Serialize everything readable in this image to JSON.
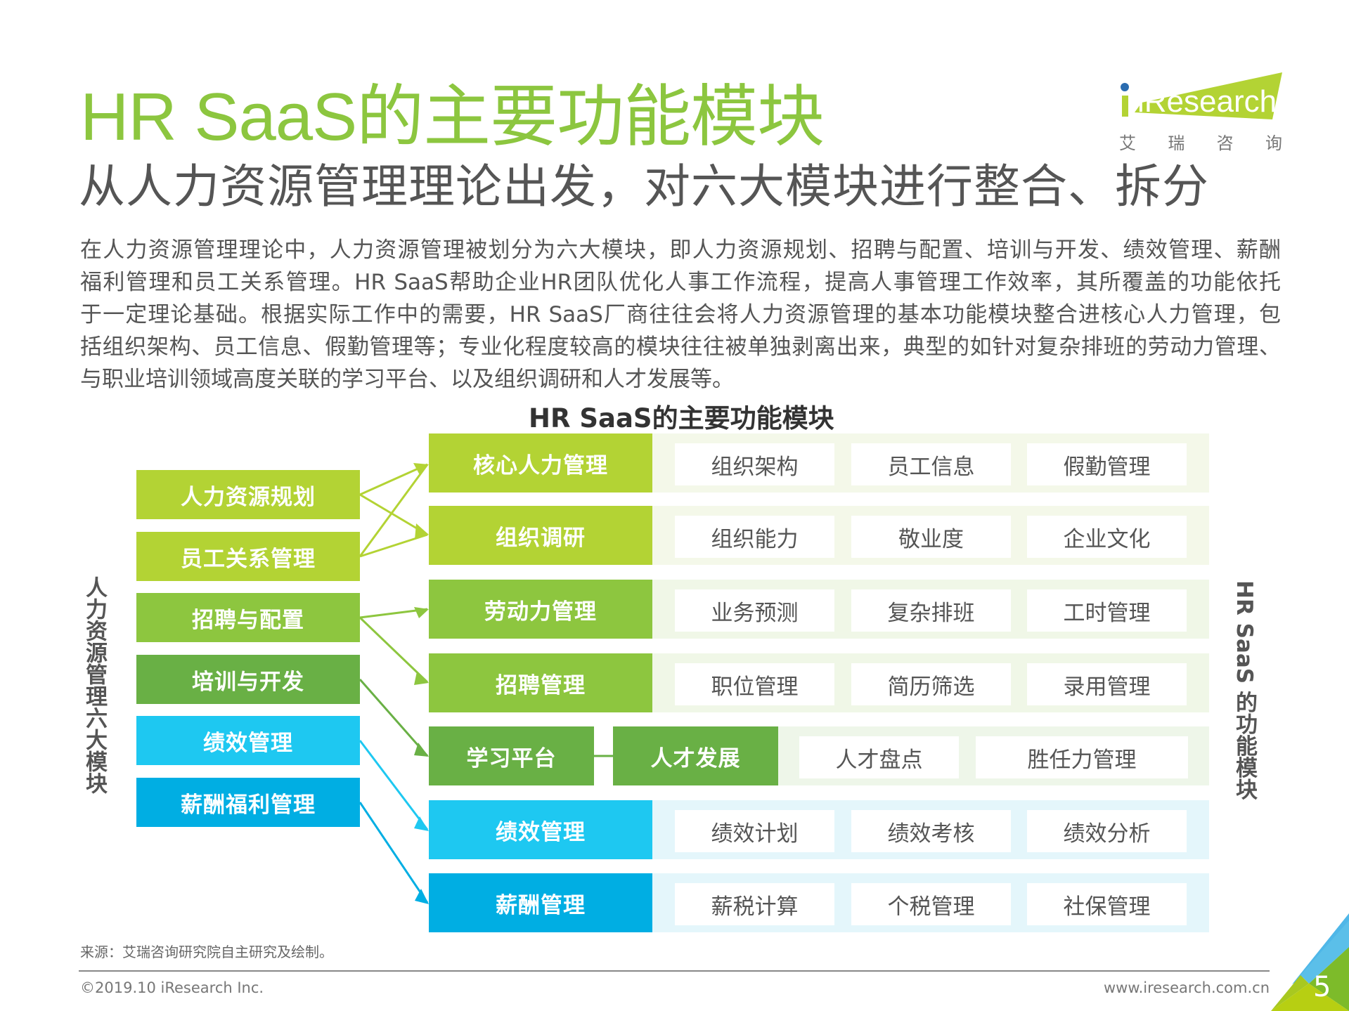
{
  "header": {
    "title": "HR SaaS的主要功能模块",
    "subtitle": "从人力资源管理理论出发，对六大模块进行整合、拆分",
    "logo": {
      "brand": "iResearch",
      "cn": [
        "艾",
        "瑞",
        "咨",
        "询"
      ]
    }
  },
  "intro": {
    "lines": [
      "在人力资源管理理论中，人力资源管理被划分为六大模块，即人力资源规划、招聘与配置、培训与开发、绩效管理、薪酬",
      "福利管理和员工关系管理。HR SaaS帮助企业HR团队优化人事工作流程，提高人事管理工作效率，其所覆盖的功能依托",
      "于一定理论基础。根据实际工作中的需要，HR SaaS厂商往往会将人力资源管理的基本功能模块整合进核心人力管理，包",
      "括组织架构、员工信息、假勤管理等；专业化程度较高的模块往往被单独剥离出来，典型的如针对复杂排班的劳动力管理、",
      "与职业培训领域高度关联的学习平台、以及组织调研和人才发展等。"
    ]
  },
  "diagram": {
    "caption": "HR SaaS的主要功能模块",
    "left_label": "人力资源管理六大模块",
    "right_label": "HR SaaS 的功能模块",
    "colors": {
      "lime": "#b3d334",
      "mid_green": "#8dc63f",
      "green": "#69b045",
      "cyan": "#1ec8f1",
      "blue": "#00aee3",
      "lime_bg": "#f4f8e9",
      "green_bg": "#eef6e9",
      "cyan_bg": "#e4f6fb"
    },
    "hr_modules": [
      {
        "label": "人力资源规划",
        "color": "#b3d334"
      },
      {
        "label": "员工关系管理",
        "color": "#b3d334"
      },
      {
        "label": "招聘与配置",
        "color": "#8dc63f"
      },
      {
        "label": "培训与开发",
        "color": "#69b045"
      },
      {
        "label": "绩效管理",
        "color": "#1ec8f1"
      },
      {
        "label": "薪酬福利管理",
        "color": "#00aee3"
      }
    ],
    "saas_modules": [
      {
        "label": "核心人力管理",
        "features": [
          "组织架构",
          "员工信息",
          "假勤管理"
        ]
      },
      {
        "label": "组织调研",
        "features": [
          "组织能力",
          "敬业度",
          "企业文化"
        ]
      },
      {
        "label": "劳动力管理",
        "features": [
          "业务预测",
          "复杂排班",
          "工时管理"
        ]
      },
      {
        "label": "招聘管理",
        "features": [
          "职位管理",
          "简历筛选",
          "录用管理"
        ]
      },
      {
        "label": "学习平台",
        "sub_label": "人才发展",
        "features": [
          "人才盘点",
          "胜任力管理"
        ]
      },
      {
        "label": "绩效管理",
        "features": [
          "绩效计划",
          "绩效考核",
          "绩效分析"
        ]
      },
      {
        "label": "薪酬管理",
        "features": [
          "薪税计算",
          "个税管理",
          "社保管理"
        ]
      }
    ],
    "connections": [
      [
        "人力资源规划",
        "核心人力管理"
      ],
      [
        "人力资源规划",
        "组织调研"
      ],
      [
        "员工关系管理",
        "核心人力管理"
      ],
      [
        "员工关系管理",
        "组织调研"
      ],
      [
        "招聘与配置",
        "劳动力管理"
      ],
      [
        "招聘与配置",
        "招聘管理"
      ],
      [
        "培训与开发",
        "学习平台"
      ],
      [
        "绩效管理",
        "绩效管理"
      ],
      [
        "薪酬福利管理",
        "薪酬管理"
      ]
    ]
  },
  "footer": {
    "source": "来源：艾瑞咨询研究院自主研究及绘制。",
    "copyright": "©2019.10 iResearch Inc.",
    "url": "www.iresearch.com.cn",
    "page_number": "5"
  }
}
